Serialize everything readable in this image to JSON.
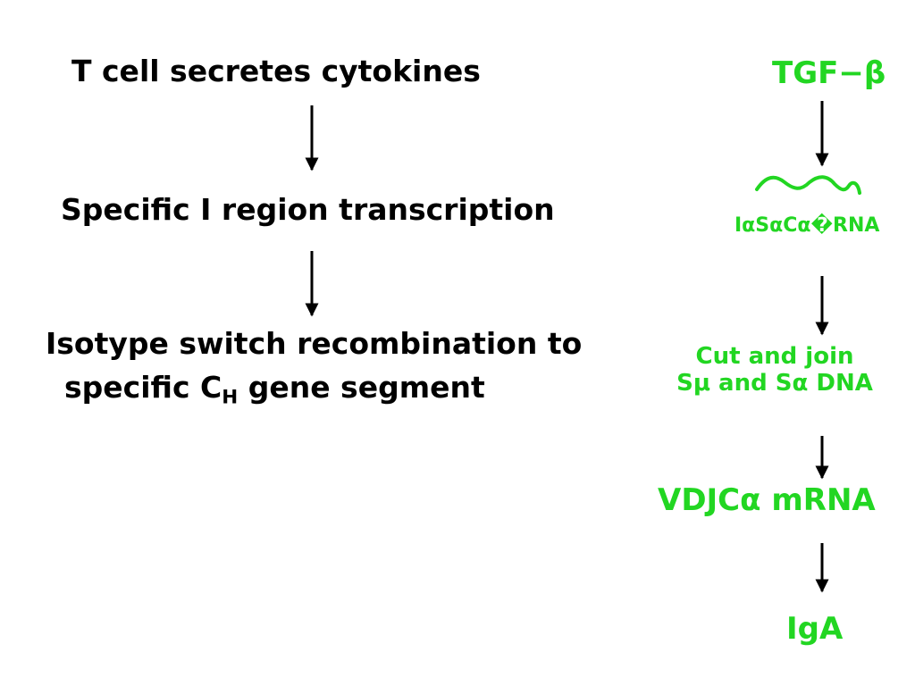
{
  "left_flow": {
    "step1": "T cell secretes cytokines",
    "step2": "Specific I region transcription",
    "step3_line1": "Isotype switch recombination to",
    "step3_line2_pre": "specific C",
    "step3_line2_sub": "H",
    "step3_line2_post": " gene segment"
  },
  "right_flow": {
    "tgf": "TGF−β",
    "rna_label": "IαSαCα�RNA",
    "cut_join_line1": "Cut and join",
    "cut_join_line2": "Sμ and Sα DNA",
    "mrna": "VDJCα mRNA",
    "iga": "IgA"
  },
  "colors": {
    "left_text": "#000000",
    "right_text": "#22d622",
    "arrow": "#000000"
  }
}
